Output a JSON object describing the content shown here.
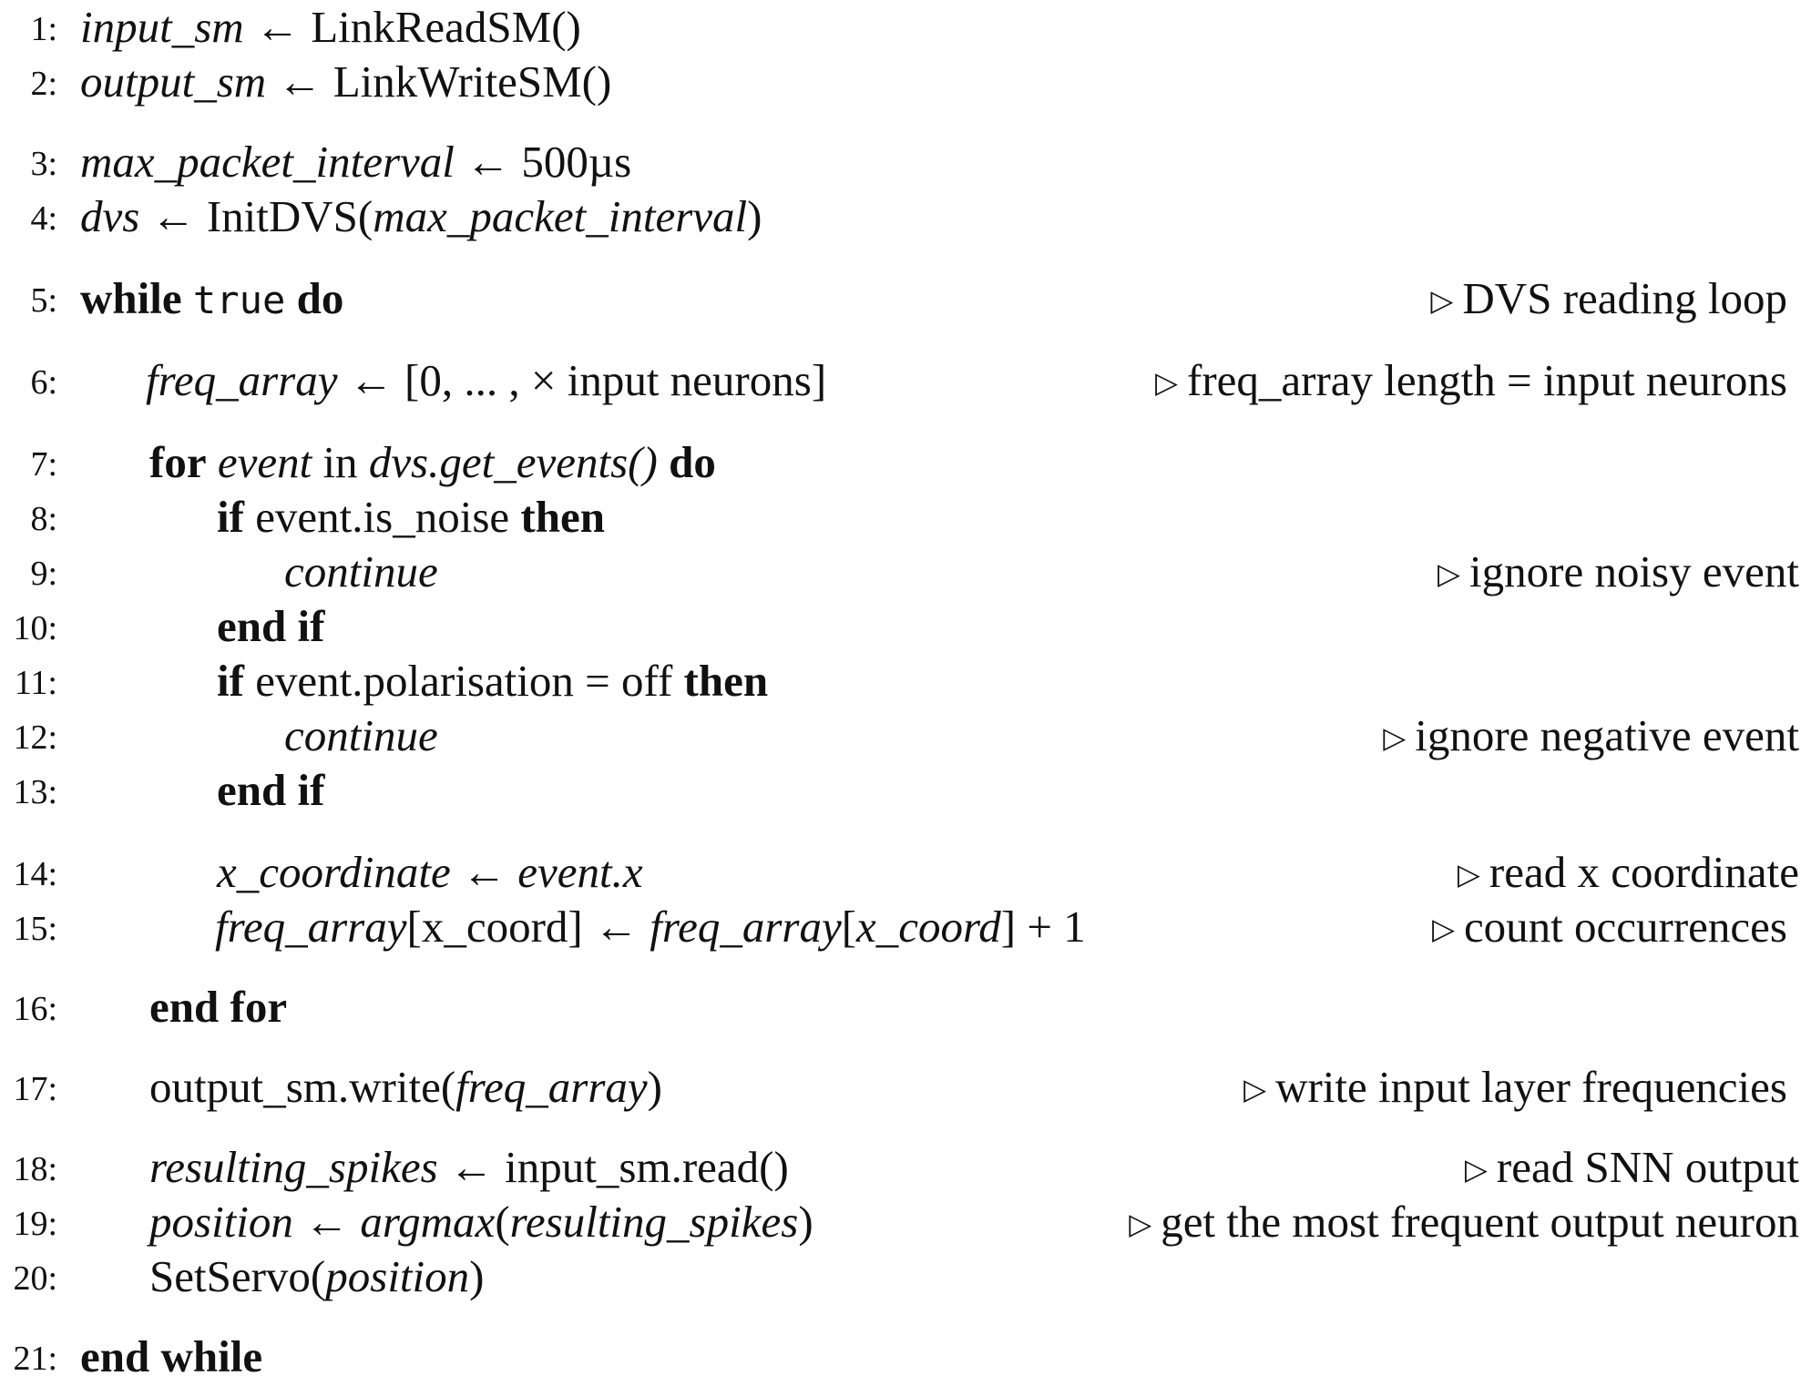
{
  "lines": [
    {
      "n": "1:",
      "parts": [
        {
          "t": "input_sm",
          "s": "it"
        },
        {
          "t": " ← LinkReadSM()"
        }
      ]
    },
    {
      "n": "2:",
      "parts": [
        {
          "t": "output_sm",
          "s": "it"
        },
        {
          "t": " ← LinkWriteSM()"
        }
      ]
    },
    {
      "n": "3:",
      "parts": [
        {
          "t": "max_packet_interval",
          "s": "it"
        },
        {
          "t": " ← 500µs"
        }
      ]
    },
    {
      "n": "4:",
      "parts": [
        {
          "t": "dvs",
          "s": "it"
        },
        {
          "t": " ← InitDVS("
        },
        {
          "t": "max_packet_interval",
          "s": "it"
        },
        {
          "t": ")"
        }
      ]
    },
    {
      "n": "5:",
      "parts": [
        {
          "t": "while",
          "s": "kw"
        },
        {
          "t": " "
        },
        {
          "t": "true",
          "s": "mono"
        },
        {
          "t": " "
        },
        {
          "t": "do",
          "s": "kw"
        }
      ],
      "comment": "DVS reading loop"
    },
    {
      "n": "6:",
      "parts": [
        {
          "t": "freq_array",
          "s": "it"
        },
        {
          "t": " ← [0, ... , × input neurons]"
        }
      ],
      "comment": "freq_array length = input neurons"
    },
    {
      "n": "7:",
      "parts": [
        {
          "t": "for",
          "s": "kw"
        },
        {
          "t": " "
        },
        {
          "t": "event",
          "s": "it"
        },
        {
          "t": " in "
        },
        {
          "t": "dvs.get_events()",
          "s": "it"
        },
        {
          "t": " "
        },
        {
          "t": "do",
          "s": "kw"
        }
      ]
    },
    {
      "n": "8:",
      "parts": [
        {
          "t": "if",
          "s": "kw"
        },
        {
          "t": " event.is_noise "
        },
        {
          "t": "then",
          "s": "kw"
        }
      ]
    },
    {
      "n": "9:",
      "parts": [
        {
          "t": "continue",
          "s": "it"
        }
      ],
      "comment": "ignore noisy event"
    },
    {
      "n": "10:",
      "parts": [
        {
          "t": "end if",
          "s": "kw"
        }
      ]
    },
    {
      "n": "11:",
      "parts": [
        {
          "t": "if",
          "s": "kw"
        },
        {
          "t": " event.polarisation = off "
        },
        {
          "t": "then",
          "s": "kw"
        }
      ]
    },
    {
      "n": "12:",
      "parts": [
        {
          "t": "continue",
          "s": "it"
        }
      ],
      "comment": "ignore negative event"
    },
    {
      "n": "13:",
      "parts": [
        {
          "t": "end if",
          "s": "kw"
        }
      ]
    },
    {
      "n": "14:",
      "parts": [
        {
          "t": "x_coordinate",
          "s": "it"
        },
        {
          "t": " ← "
        },
        {
          "t": "event.x",
          "s": "it"
        }
      ],
      "comment": "read x coordinate"
    },
    {
      "n": "15:",
      "parts": [
        {
          "t": "freq_array",
          "s": "it"
        },
        {
          "t": "[x_coord] ← "
        },
        {
          "t": "freq_array",
          "s": "it"
        },
        {
          "t": "["
        },
        {
          "t": "x_coord",
          "s": "it"
        },
        {
          "t": "] + 1"
        }
      ],
      "comment": "count occurrences"
    },
    {
      "n": "16:",
      "parts": [
        {
          "t": "end for",
          "s": "kw"
        }
      ]
    },
    {
      "n": "17:",
      "parts": [
        {
          "t": "output_sm.write("
        },
        {
          "t": "freq_array",
          "s": "it"
        },
        {
          "t": ")"
        }
      ],
      "comment": "write input layer frequencies"
    },
    {
      "n": "18:",
      "parts": [
        {
          "t": "resulting_spikes",
          "s": "it"
        },
        {
          "t": " ← input_sm.read()"
        }
      ],
      "comment": "read SNN output"
    },
    {
      "n": "19:",
      "parts": [
        {
          "t": "position",
          "s": "it"
        },
        {
          "t": " ← "
        },
        {
          "t": "argmax",
          "s": "it"
        },
        {
          "t": "("
        },
        {
          "t": "resulting_spikes",
          "s": "it"
        },
        {
          "t": ")"
        }
      ],
      "comment": "get the most frequent output neuron"
    },
    {
      "n": "20:",
      "parts": [
        {
          "t": "SetServo("
        },
        {
          "t": "position",
          "s": "it"
        },
        {
          "t": ")"
        }
      ]
    },
    {
      "n": "21:",
      "parts": [
        {
          "t": "end while",
          "s": "kw"
        }
      ]
    }
  ],
  "comment_marker": "▷"
}
